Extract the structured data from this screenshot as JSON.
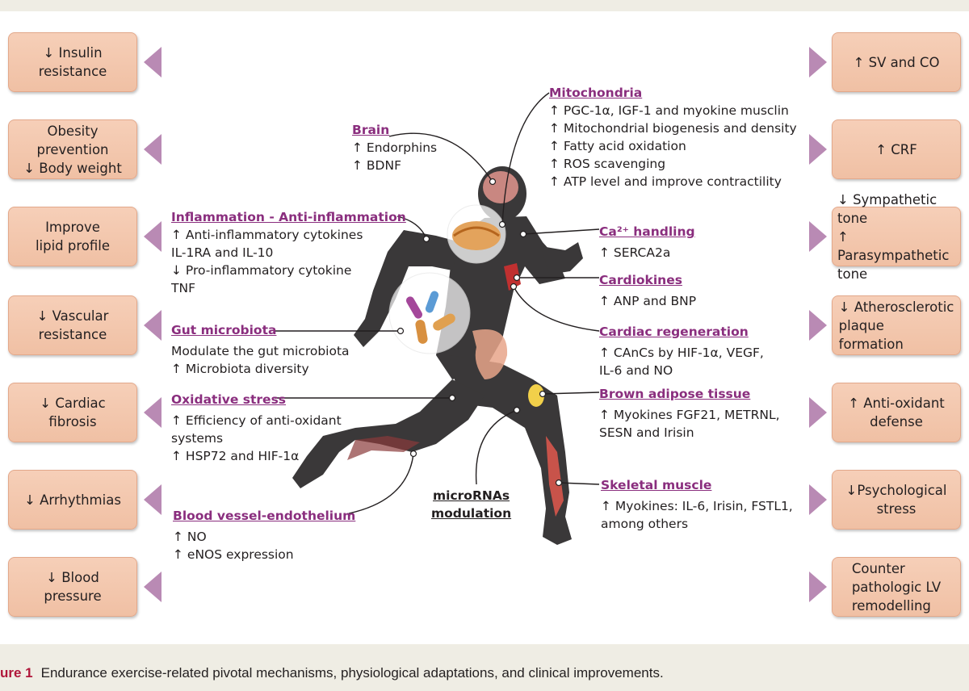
{
  "colors": {
    "box_fill": "#f0c0a4",
    "arrow_triangle": "#b98ab4",
    "heading_purple": "#8a2e7e",
    "caption_label": "#b0163a",
    "silhouette": "#3a3839"
  },
  "left_boxes": [
    "↓ Insulin\nresistance",
    "Obesity\nprevention\n↓ Body weight",
    "Improve\nlipid profile",
    "↓ Vascular\nresistance",
    "↓ Cardiac\nfibrosis",
    "↓ Arrhythmias",
    "↓ Blood\npressure"
  ],
  "right_boxes": [
    "↑ SV and CO",
    "↑ CRF",
    "↓ Sympathetic tone\n↑ Parasympathetic\ntone",
    "↓ Atherosclerotic\nplaque\nformation",
    "↑ Anti-oxidant\ndefense",
    "↓Psychological\nstress",
    "Counter\npathologic LV\nremodelling"
  ],
  "mechanisms": {
    "brain": {
      "heading": "Brain",
      "items": [
        "↑ Endorphins",
        "↑ BDNF"
      ]
    },
    "mitochondria": {
      "heading": "Mitochondria",
      "items": [
        "↑ PGC-1α, IGF-1 and myokine musclin",
        "↑ Mitochondrial biogenesis and density",
        "↑ Fatty acid oxidation",
        "↑ ROS scavenging",
        "↑ ATP level and improve contractility"
      ]
    },
    "inflammation": {
      "heading": "Inflammation - Anti-inflammation",
      "items": [
        "↑ Anti-inflammatory cytokines\n   IL-1RA and IL-10",
        "↓ Pro-inflammatory cytokine\n   TNF"
      ]
    },
    "calcium": {
      "heading": "Ca²⁺ handling",
      "items": [
        "↑ SERCA2a"
      ]
    },
    "cardiokines": {
      "heading": "Cardiokines",
      "items": [
        "↑ ANP and BNP"
      ]
    },
    "gut": {
      "heading": "Gut microbiota",
      "items": [
        "   Modulate the gut microbiota",
        "↑ Microbiota diversity"
      ]
    },
    "cardiac_regeneration": {
      "heading": "Cardiac regeneration",
      "items": [
        "↑ CAnCs by HIF-1α, VEGF,\n   IL-6 and NO"
      ]
    },
    "oxidative": {
      "heading": "Oxidative stress",
      "items": [
        "↑ Efficiency of anti-oxidant\n   systems",
        "↑ HSP72 and HIF-1α"
      ]
    },
    "brown_adipose": {
      "heading": "Brown adipose tissue",
      "items": [
        "↑ Myokines FGF21, METRNL,\n   SESN and Irisin"
      ]
    },
    "skeletal": {
      "heading": "Skeletal muscle",
      "items": [
        "↑ Myokines: IL-6, Irisin, FSTL1,\n   among others"
      ]
    },
    "vessel": {
      "heading": "Blood vessel-endothelium",
      "items": [
        "↑ NO",
        "↑ eNOS expression"
      ]
    }
  },
  "microrna": {
    "line1": "microRNAs",
    "line2": "modulation"
  },
  "caption": {
    "label": "ure 1",
    "text": "Endurance exercise-related pivotal mechanisms, physiological adaptations, and clinical improvements."
  }
}
